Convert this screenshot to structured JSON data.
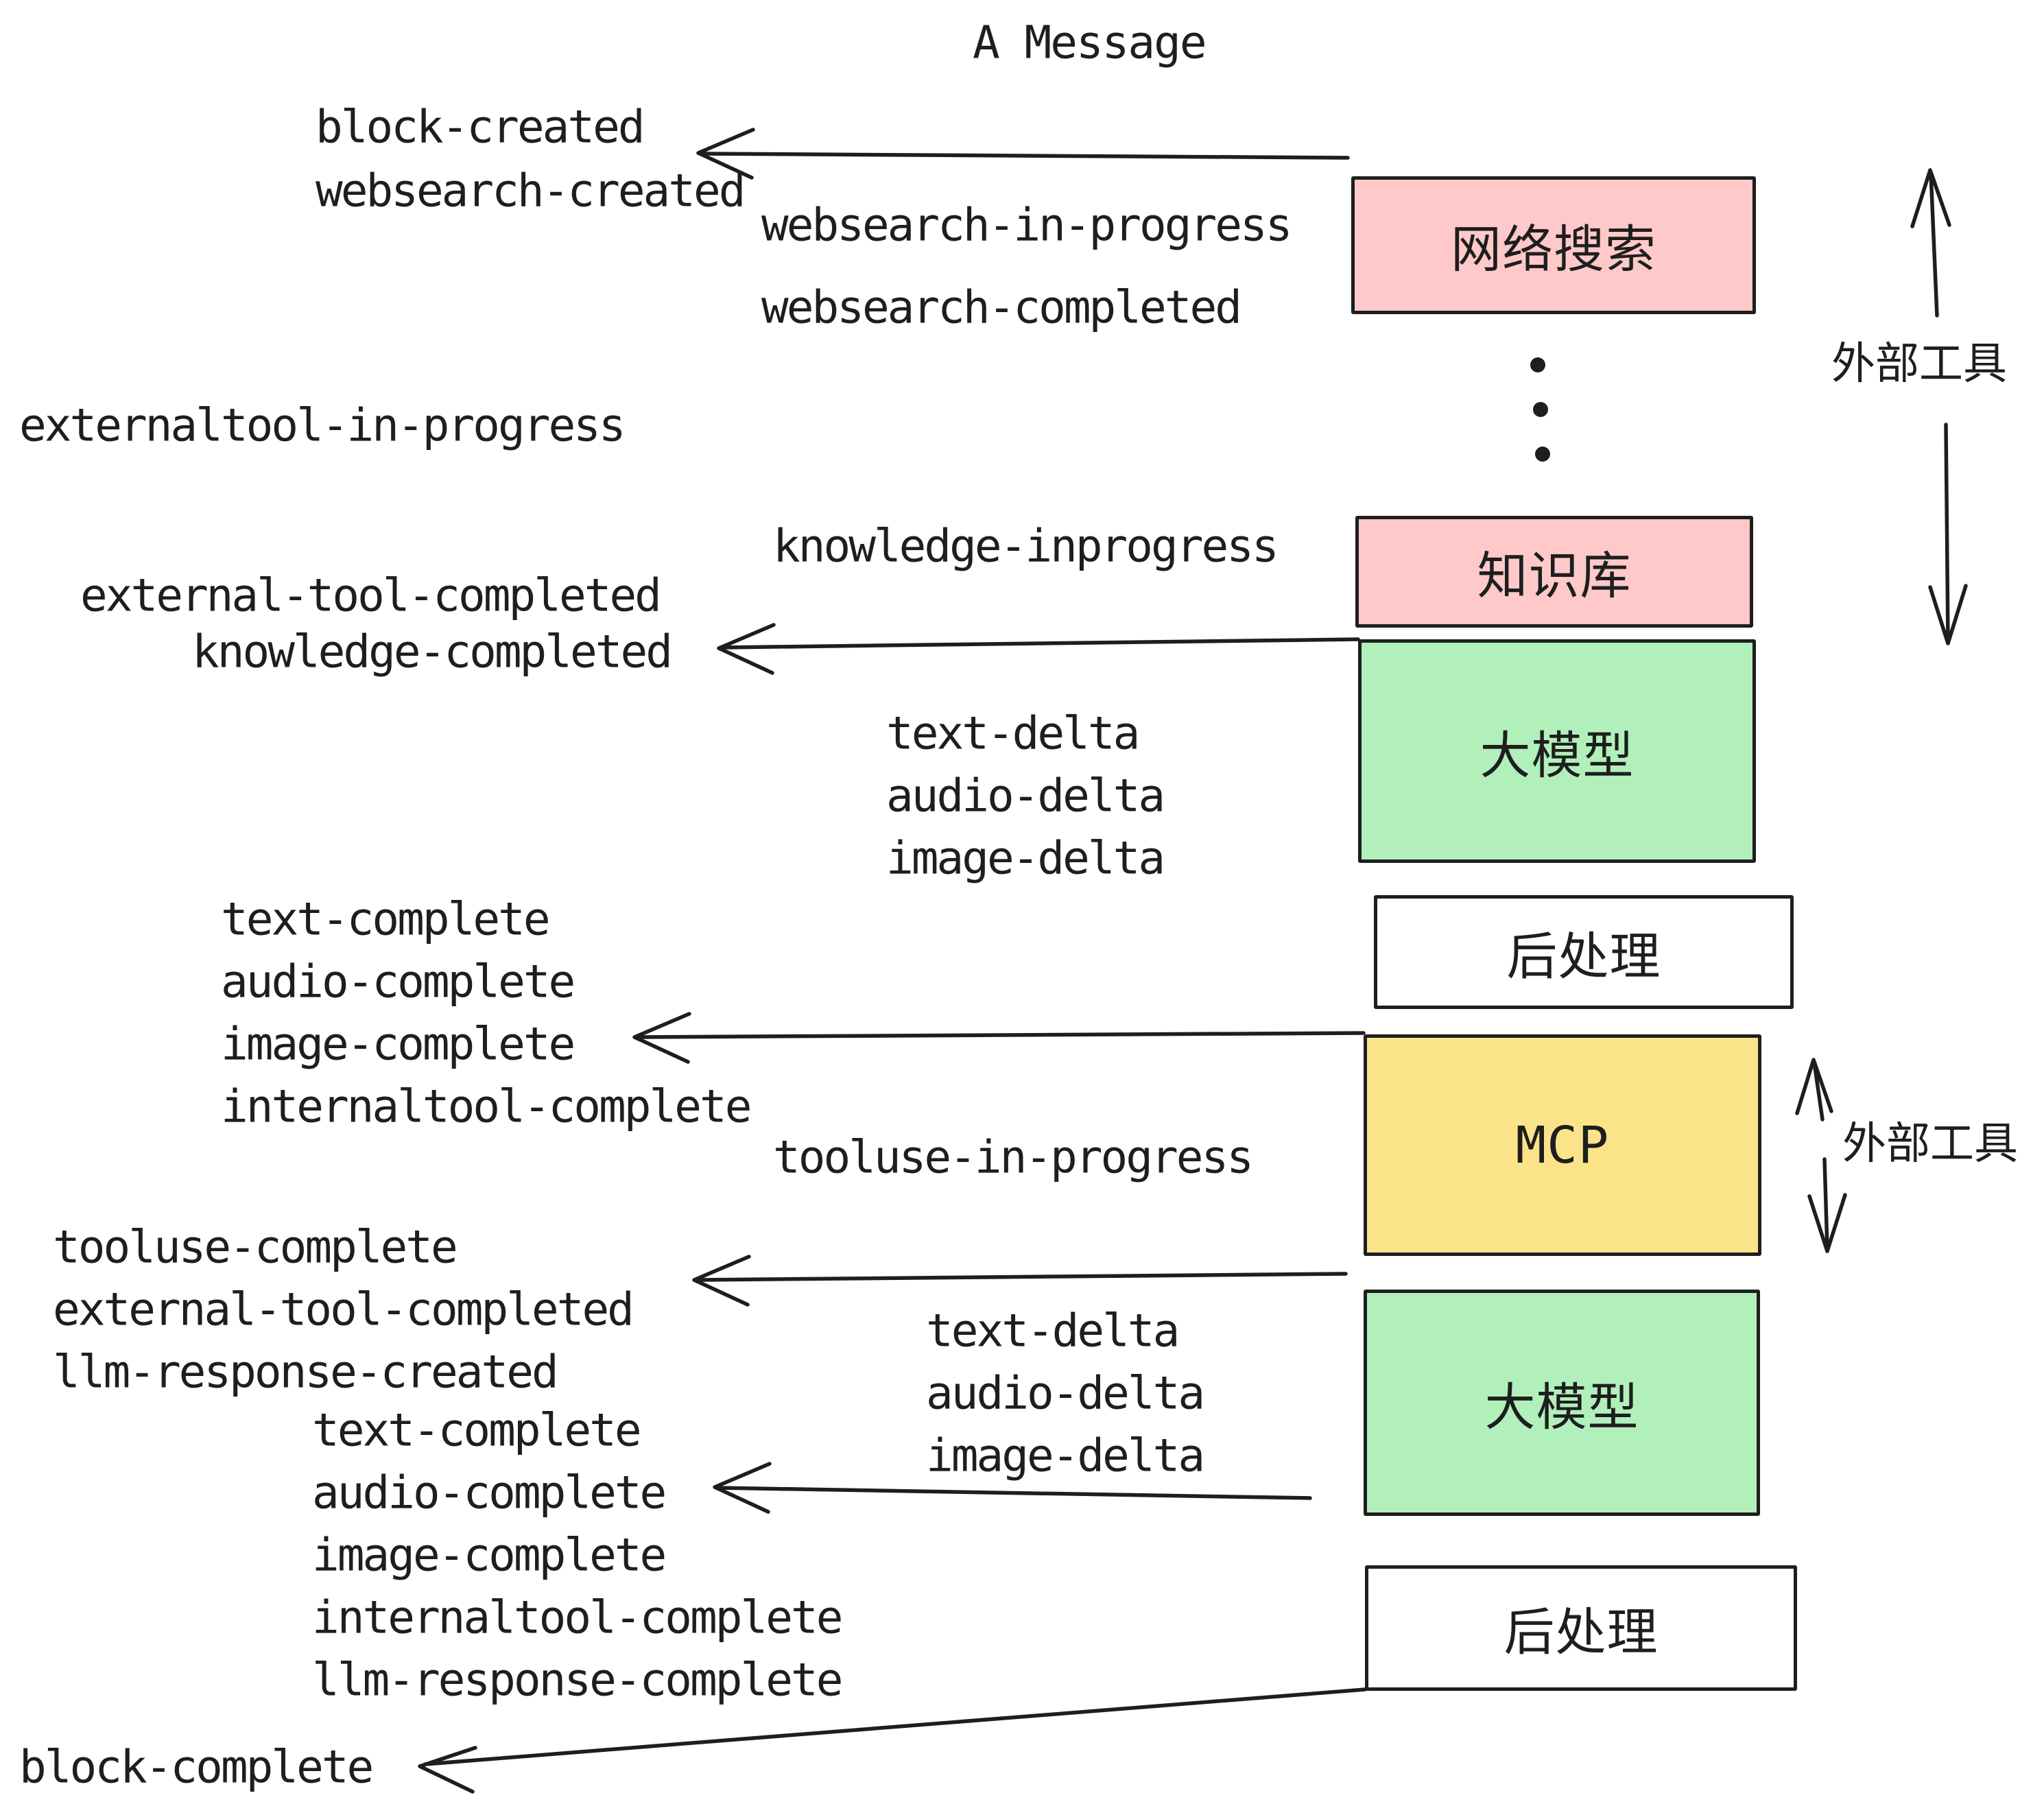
{
  "title": "A Message",
  "colors": {
    "stroke": "#1e1e1e",
    "pink": "#ffc9c9",
    "green": "#b2f0bb",
    "yellow": "#fbe38a",
    "white": "#ffffff",
    "background": "#ffffff"
  },
  "boxes": [
    {
      "id": "websearch",
      "label": "网络搜索",
      "fill": "pink"
    },
    {
      "id": "knowledge",
      "label": "知识库",
      "fill": "pink"
    },
    {
      "id": "llm-1",
      "label": "大模型",
      "fill": "green"
    },
    {
      "id": "postprocess-1",
      "label": "后处理",
      "fill": "white"
    },
    {
      "id": "mcp",
      "label": "MCP",
      "fill": "yellow"
    },
    {
      "id": "llm-2",
      "label": "大模型",
      "fill": "green"
    },
    {
      "id": "postprocess-2",
      "label": "后处理",
      "fill": "white"
    }
  ],
  "side_annotations": [
    {
      "id": "external-tools-top",
      "text": "外部工具"
    },
    {
      "id": "external-tools-mcp",
      "text": "外部工具"
    }
  ],
  "events": [
    {
      "text": "block-created"
    },
    {
      "text": "websearch-created"
    },
    {
      "text": "websearch-in-progress"
    },
    {
      "text": "websearch-completed"
    },
    {
      "text": "externaltool-in-progress"
    },
    {
      "text": "knowledge-inprogress"
    },
    {
      "text": "external-tool-completed"
    },
    {
      "text": "knowledge-completed"
    },
    {
      "text": "text-delta"
    },
    {
      "text": "audio-delta"
    },
    {
      "text": "image-delta"
    },
    {
      "text": "text-complete"
    },
    {
      "text": "audio-complete"
    },
    {
      "text": "image-complete"
    },
    {
      "text": "internaltool-complete"
    },
    {
      "text": "tooluse-in-progress"
    },
    {
      "text": "tooluse-complete"
    },
    {
      "text": "external-tool-completed"
    },
    {
      "text": "llm-response-created"
    },
    {
      "text": "text-complete"
    },
    {
      "text": "audio-complete"
    },
    {
      "text": "image-complete"
    },
    {
      "text": "internaltool-complete"
    },
    {
      "text": "llm-response-complete"
    },
    {
      "text": "block-complete"
    },
    {
      "text": "text-delta"
    },
    {
      "text": "audio-delta"
    },
    {
      "text": "image-delta"
    }
  ]
}
